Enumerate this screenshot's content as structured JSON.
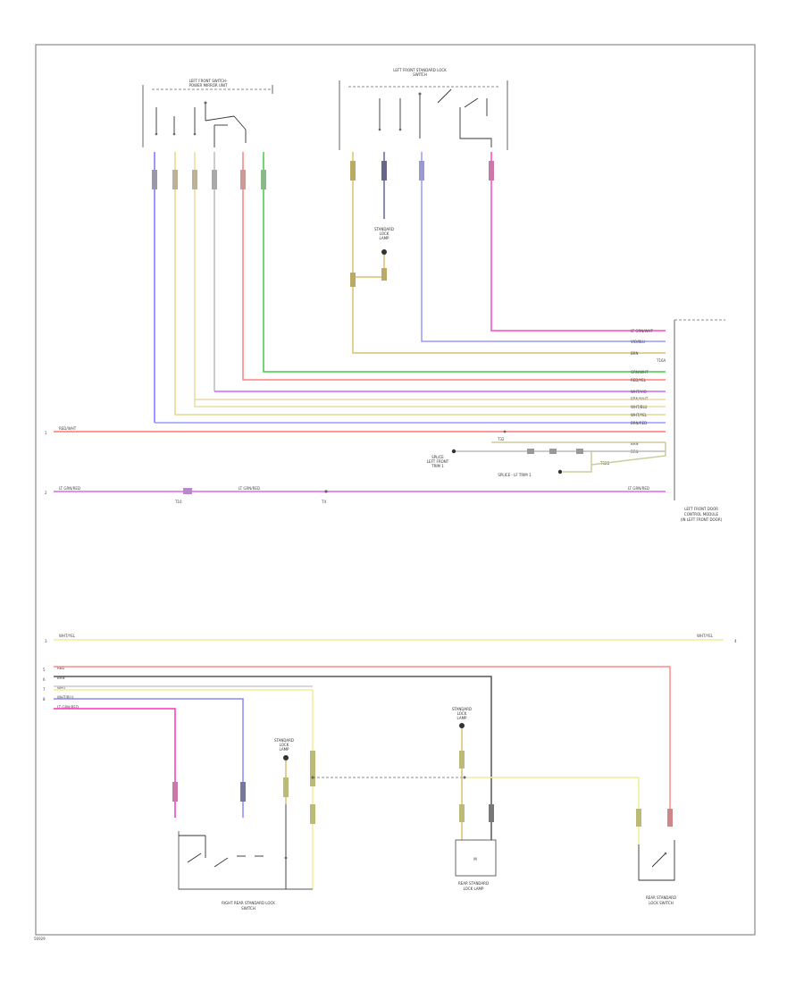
{
  "diagram_id": "56929",
  "components": {
    "lf_mirror_switch": {
      "label_lines": [
        "LEFT FRONT SWITCH-",
        "POWER MIRROR UNIT"
      ]
    },
    "lf_door_lock_switch": {
      "label_lines": [
        "LEFT FRONT STANDARD LOCK",
        "SWITCH"
      ]
    },
    "lf_door_module": {
      "label_lines": [
        "LEFT FRONT DOOR",
        "CONTROL MODULE",
        "(IN LEFT FRONT DOOR)"
      ]
    },
    "rr_door_lock_switch": {
      "label_lines": [
        "RIGHT REAR STANDARD LOCK",
        "SWITCH"
      ]
    },
    "rear_lamp": {
      "label_lines": [
        "REAR STANDARD",
        "LOCK LAMP"
      ]
    },
    "rear_switch": {
      "label_lines": [
        "REAR STANDARD",
        "LOCK SWITCH"
      ]
    },
    "standard_lamp_1": {
      "label_lines": [
        "STANDARD",
        "LOCK",
        "LAMP"
      ]
    },
    "standard_lamp_2": {
      "label_lines": [
        "STANDARD",
        "LOCK",
        "LAMP"
      ]
    },
    "standard_lamp_3": {
      "label_lines": [
        "STANDARD",
        "LOCK",
        "LAMP"
      ]
    },
    "left_splice": {
      "label_lines": [
        "SPLICE",
        "LEFT FRONT",
        "TRIM 1"
      ]
    },
    "splice_lf_trim": {
      "label_lines": [
        "SPLICE - LF TRIM 1"
      ]
    }
  },
  "wire_tags": {
    "lf_mod_1": "LT GRN/WHT",
    "lf_mod_2": "VIO/BLU",
    "lf_mod_3": "BRN",
    "lf_mod_4": "GRN/WHT",
    "lf_mod_5": "RED/YEL",
    "lf_mod_6": "WHT/VIO",
    "lf_mod_7": "BRN/WHT",
    "lf_mod_8": "WHT/BLU",
    "lf_mod_9": "WHT/YEL",
    "lf_mod_10": "BRN/RED",
    "lf_mod_11": "BRN",
    "lf_mod_12": "BRN",
    "left_red": "RED/WHT",
    "left_magenta": "LT GRN/RED",
    "magenta_mid": "LT GRN/RED",
    "magenta_right": "LT GRN/RED",
    "yellow_left": "WHT/YEL",
    "yellow_right": "WHT/YEL",
    "bottom_1": "RED",
    "bottom_2": "BRN",
    "bottom_3": "WHT",
    "bottom_4": "WHT/BLU",
    "bottom_5": "LT GRN/RED"
  },
  "connector_refs": {
    "t16a": "T16A",
    "t32": "T32",
    "t32b": "T32B",
    "t10": "T10",
    "t4": "T4"
  },
  "bus_refs": [
    "1",
    "2",
    "3",
    "4",
    "5",
    "6",
    "7",
    "8"
  ]
}
